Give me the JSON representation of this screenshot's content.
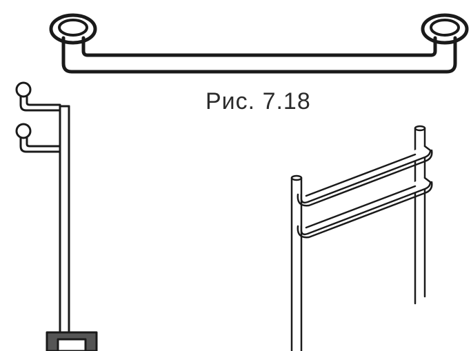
{
  "figure": {
    "caption": "Рис. 7.18",
    "ink_color": "#1a1a1a",
    "fill_color": "#ffffff",
    "dark_fill": "#555555",
    "items": [
      {
        "kind": "horizontal-grab-bar"
      },
      {
        "kind": "wall-coat-hook-stand"
      },
      {
        "kind": "double-rail-frame"
      }
    ]
  }
}
